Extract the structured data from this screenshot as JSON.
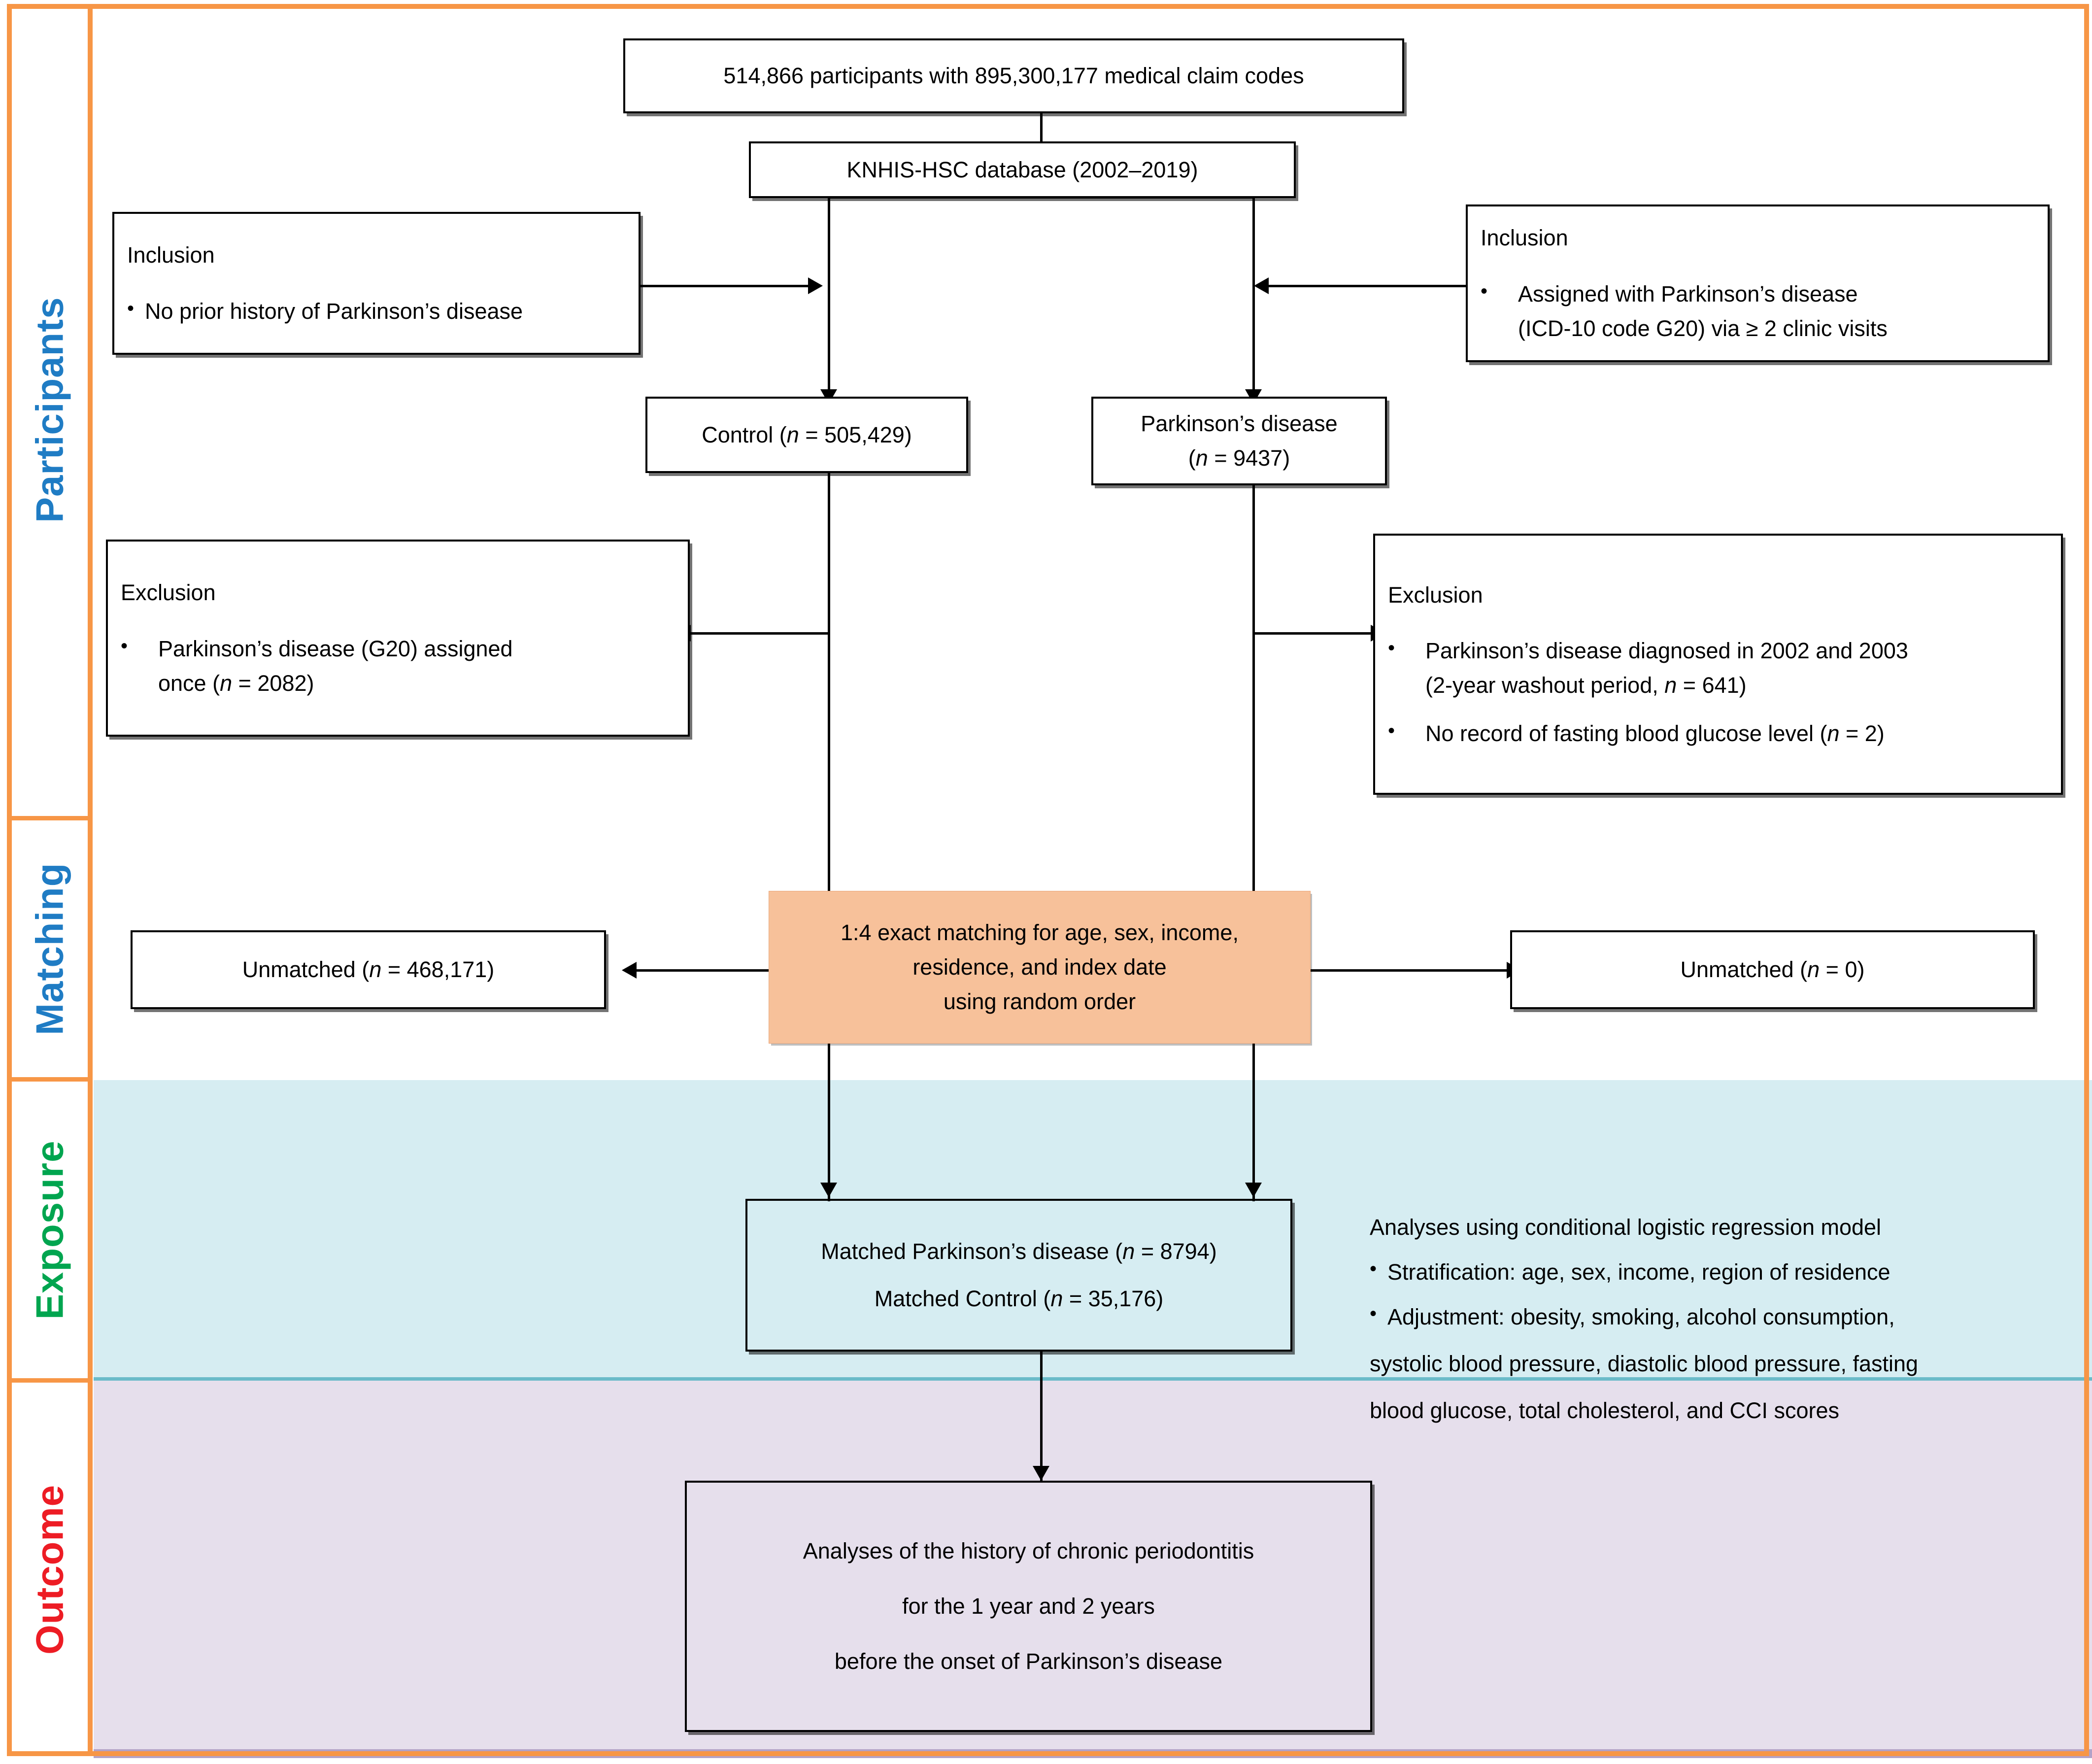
{
  "sections": [
    {
      "key": "participants",
      "label": "Participants",
      "color": "#1F7CC4"
    },
    {
      "key": "matching",
      "label": "Matching",
      "color": "#1F7CC4"
    },
    {
      "key": "exposure",
      "label": "Exposure",
      "color": "#00A54F"
    },
    {
      "key": "outcome",
      "label": "Outcome",
      "color": "#ED1C24"
    }
  ],
  "colors": {
    "frame": "#F79646",
    "matching_box_fill": "#F7C19A",
    "exposure_band": "#D6EDF2",
    "outcome_band": "#E6DFEC"
  },
  "boxes": {
    "source": "514,866 participants with 895,300,177 medical claim codes",
    "database": "KNHIS-HSC database (2002–2019)",
    "inclusion_left": {
      "title": "Inclusion",
      "bullets": [
        "No prior history of Parkinson’s disease"
      ]
    },
    "inclusion_right": {
      "title": "Inclusion",
      "bullets": [
        "Assigned with Parkinson’s disease (ICD-10 code G20) via ≥ 2 clinic visits"
      ],
      "bullet_lines": [
        [
          "Assigned with Parkinson’s disease",
          "(ICD-10 code G20) via ≥ 2 clinic visits"
        ]
      ]
    },
    "control": "Control (n = 505,429)",
    "parkinson": {
      "line1": "Parkinson’s disease",
      "line2": "(n = 9437)"
    },
    "exclusion_left": {
      "title": "Exclusion",
      "bullet_lines": [
        [
          "Parkinson’s disease (G20) assigned",
          "once (n = 2082)"
        ]
      ]
    },
    "exclusion_right": {
      "title": "Exclusion",
      "bullet_lines": [
        [
          "Parkinson’s disease diagnosed in 2002 and 2003",
          "(2-year washout period, n = 641)"
        ],
        [
          "No record of fasting blood glucose level (n = 2)"
        ]
      ]
    },
    "matching": {
      "lines": [
        "1:4 exact matching for age, sex, income,",
        "residence, and index date",
        "using random order"
      ]
    },
    "unmatched_left": "Unmatched (n = 468,171)",
    "unmatched_right": "Unmatched (n = 0)",
    "matched": {
      "line1": "Matched Parkinson’s disease (n = 8794)",
      "line2": "Matched Control (n = 35,176)"
    },
    "analyses": {
      "title": "Analyses using conditional logistic regression model",
      "bullets": [
        "Stratification: age, sex, income, region of residence",
        "Adjustment: obesity, smoking, alcohol consumption,"
      ],
      "continuation": [
        "systolic blood pressure, diastolic blood pressure, fasting",
        "blood glucose, total cholesterol, and CCI scores"
      ]
    },
    "outcome": {
      "lines": [
        "Analyses of the history of chronic periodontitis",
        "for  the 1 year and 2 years",
        "before the onset of Parkinson’s disease"
      ]
    }
  }
}
